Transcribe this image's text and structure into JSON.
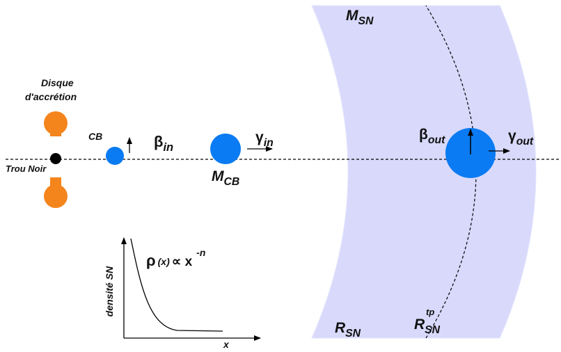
{
  "labels": {
    "accretion_line1": "Disque",
    "accretion_line2": "d'accrétion",
    "black_hole": "Trou Noir",
    "cb": "CB",
    "beta_in_sym": "β",
    "beta_in_sub": "in",
    "gamma_in_sym": "γ",
    "gamma_in_sub": "in",
    "m_cb_sym": "M",
    "m_cb_sub": "CB",
    "m_sn_sym": "M",
    "m_sn_sub": "SN",
    "beta_out_sym": "β",
    "beta_out_sub": "out",
    "gamma_out_sym": "γ",
    "gamma_out_sub": "out",
    "r_sn_sym": "R",
    "r_sn_sub": "SN",
    "r_sn_tp_sym": "R",
    "r_sn_tp_sub": "SN",
    "r_sn_tp_sup": "tp"
  },
  "density_plot": {
    "ylabel": "densité SN",
    "xlabel": "x",
    "formula_rho": "ρ",
    "formula_arg": "(x)",
    "formula_rel": "∝ x",
    "formula_exp": "-n"
  },
  "colors": {
    "blob_blue": "#0a7bf2",
    "disk_orange": "#f4841c",
    "shell_fill": "#d8d9fb",
    "black_hole": "#000000"
  }
}
